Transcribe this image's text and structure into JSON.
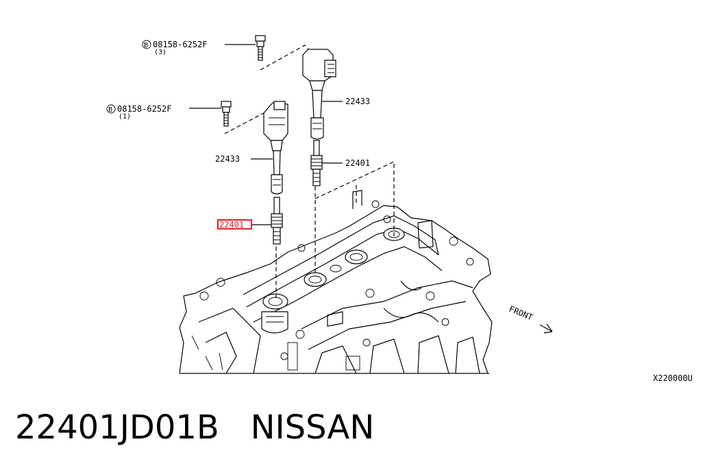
{
  "labels": {
    "bolt_top_code": "08158-6252F",
    "bolt_top_qty": "(3)",
    "bolt_side_code": "08158-6252F",
    "bolt_side_qty": "(1)",
    "coil_right": "22433",
    "coil_left": "22433",
    "plug_right": "22401",
    "plug_highlight": "22401",
    "circle_letter": "B",
    "front": "FRONT",
    "figure_code": "X220000U"
  },
  "caption": {
    "part_number": "22401JD01B",
    "brand": "NISSAN"
  },
  "colors": {
    "highlight": "#e0202a",
    "ink": "#000000"
  }
}
